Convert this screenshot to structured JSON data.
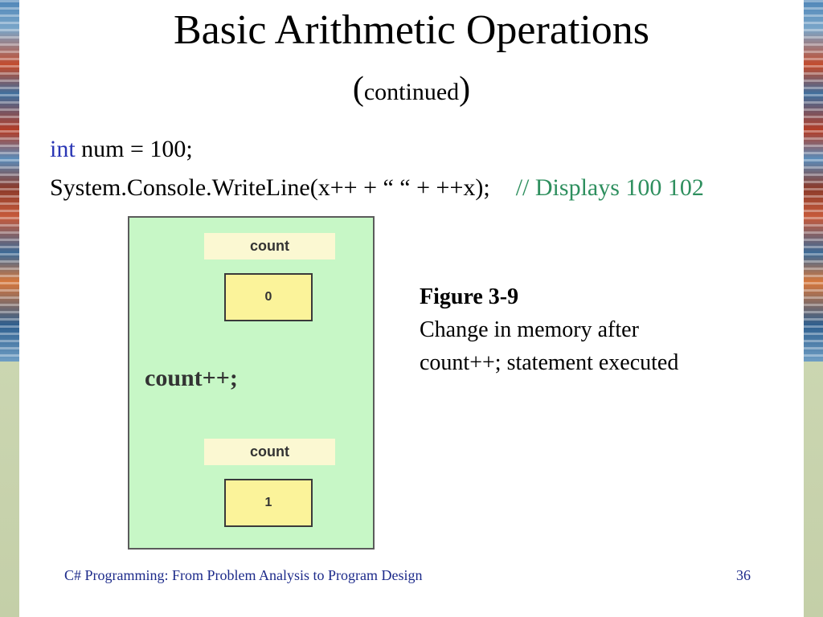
{
  "slide": {
    "title": "Basic Arithmetic Operations",
    "subtitle_open": "(",
    "subtitle_text": "continued",
    "subtitle_close": ")",
    "code": {
      "line1_keyword": "int",
      "line1_rest": " num = 100;",
      "line2_code": "System.Console.WriteLine(x++ + “ “ +  ++x);",
      "line2_comment": "// Displays 100 102"
    },
    "figure": {
      "top_label": "count",
      "top_value": "0",
      "statement": "count++;",
      "bottom_label": "count",
      "bottom_value": "1"
    },
    "caption": {
      "figure_number": "Figure 3-9",
      "line1": "Change in memory after",
      "line2": "count++; statement executed"
    },
    "footer": {
      "text": "C# Programming: From Problem Analysis to Program Design",
      "page_number": "36"
    },
    "colors": {
      "keyword": "#2a36b5",
      "comment": "#2e8f5e",
      "figure_background": "#c7f7c6",
      "value_box": "#fbf39a",
      "footer": "#1c2a8a"
    }
  }
}
